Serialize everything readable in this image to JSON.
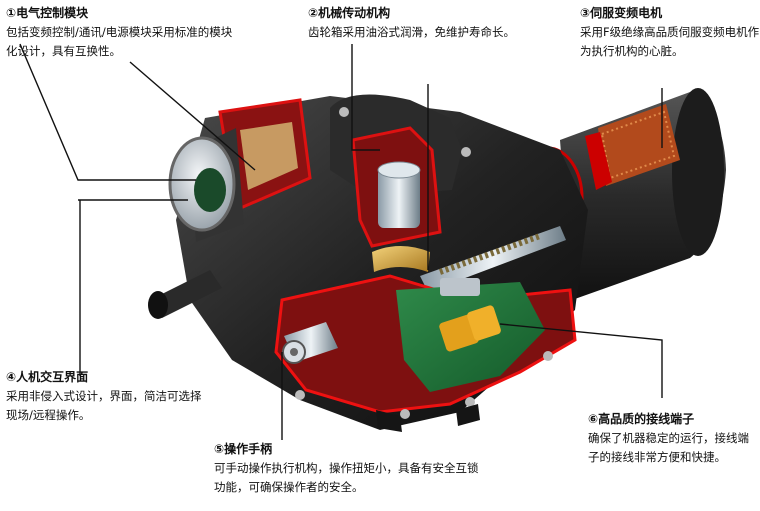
{
  "callouts": [
    {
      "title": "①电气控制模块",
      "body": "包括变频控制/通讯/电源模块采用标准的模块化设计，具有互换性。"
    },
    {
      "title": "②机械传动机构",
      "body": "齿轮箱采用油浴式润滑，免维护寿命长。"
    },
    {
      "title": "③伺服变频电机",
      "body": "采用F级绝缘高品质伺服变频电机作为执行机构的心脏。"
    },
    {
      "title": "④人机交互界面",
      "body": "采用非侵入式设计，界面，简洁可选择现场/远程操作。"
    },
    {
      "title": "⑤操作手柄",
      "body": "可手动操作执行机构，操作扭矩小，具备有安全互锁功能，可确保操作者的安全。"
    },
    {
      "title": "⑥高品质的接线端子",
      "body": "确保了机器稳定的运行，接线端子的接线非常方便和快捷。"
    }
  ]
}
